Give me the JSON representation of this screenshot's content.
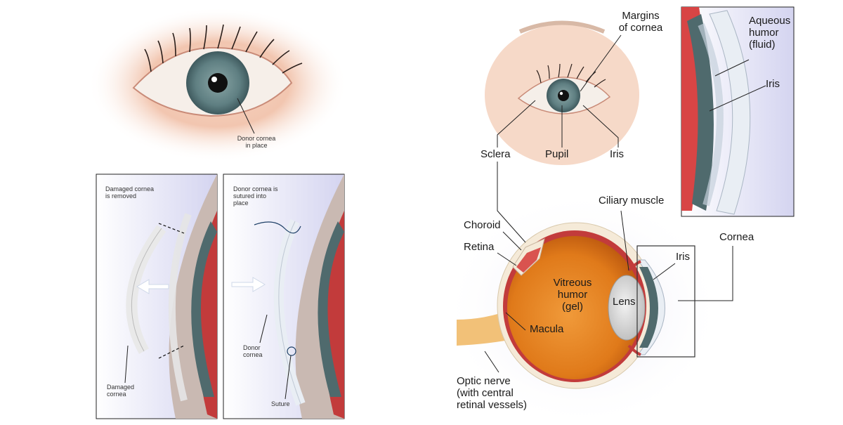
{
  "left_figure": {
    "top_eye": {
      "donor_label": "Donor cornea\nin place"
    },
    "panel_removed": {
      "caption": "Damaged cornea\nis removed",
      "damaged_label": "Damaged\ncornea"
    },
    "panel_sutured": {
      "caption": "Donor cornea is\nsutured into\nplace",
      "donor_label": "Donor\ncornea",
      "suture_label": "Suture"
    }
  },
  "right_figure": {
    "labels": {
      "margins_of_cornea": "Margins\nof cornea",
      "sclera": "Sclera",
      "pupil": "Pupil",
      "iris_face": "Iris",
      "aqueous_humor": "Aqueous\nhumor\n(fluid)",
      "iris_inset": "Iris",
      "ciliary_muscle": "Ciliary muscle",
      "cornea": "Cornea",
      "choroid": "Choroid",
      "retina": "Retina",
      "vitreous_humor": "Vitreous\nhumor\n(gel)",
      "lens": "Lens",
      "iris_section": "Iris",
      "macula": "Macula",
      "optic_nerve": "Optic nerve\n(with central\nretinal vessels)"
    }
  },
  "colors": {
    "skin": "#f2c6b0",
    "iris": "#5f7f82",
    "vitreous": "#e07a1a",
    "sclera": "#f5ead8",
    "choroid": "#c23b3b",
    "panel_bg": "#dcdcf2",
    "cornea": "#e9eef4"
  }
}
